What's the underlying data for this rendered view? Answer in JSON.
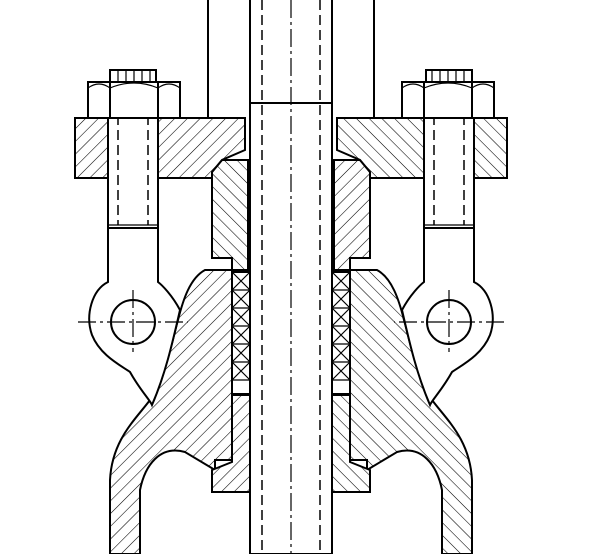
{
  "drawing": {
    "colors": {
      "line": "#000000",
      "background": "#ffffff"
    },
    "parts": [
      "valve-stem",
      "yoke",
      "gland-flange",
      "gland-follower",
      "packing-rings",
      "valve-body",
      "eye-bolt",
      "hex-nut",
      "bushing"
    ]
  }
}
